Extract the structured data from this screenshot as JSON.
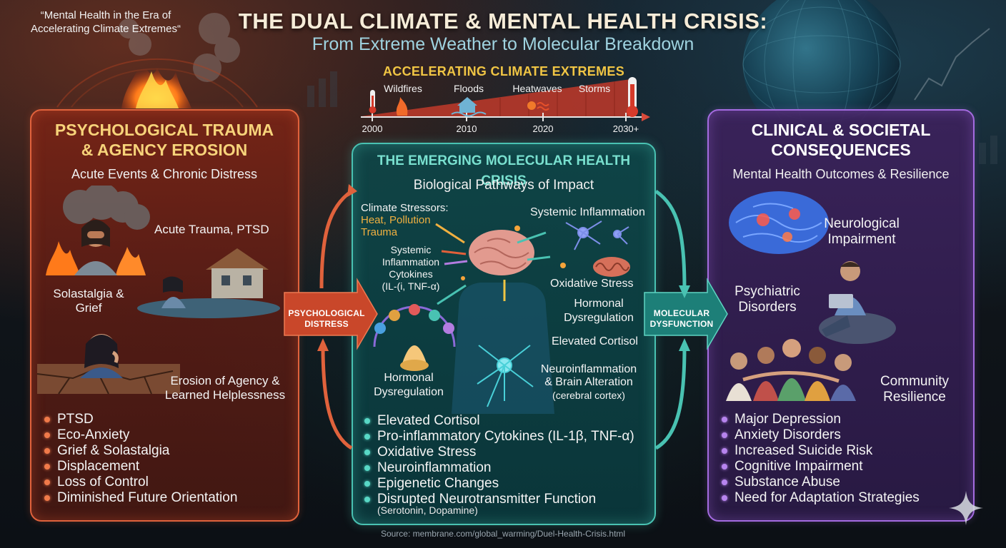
{
  "header": {
    "quote": "“Mental Health in the Era of Accelerating Climate Extremes“",
    "title": "THE DUAL CLIMATE & MENTAL HEALTH CRISIS:",
    "subtitle": "From Extreme Weather to Molecular Breakdown"
  },
  "timeline": {
    "title": "ACCELERATING CLIMATE EXTREMES",
    "events": [
      "Wildfires",
      "Floods",
      "Heatwaves",
      "Storms"
    ],
    "years": [
      "2000",
      "2010",
      "2020",
      "2030+"
    ]
  },
  "left_panel": {
    "title_line1": "PSYCHOLOGICAL TRAUMA",
    "title_line2": "& AGENCY EROSION",
    "subtitle": "Acute Events & Chronic Distress",
    "labels": {
      "acute": "Acute Trauma, PTSD",
      "solastalgia_1": "Solastalgia &",
      "solastalgia_2": "Grief",
      "erosion_1": "Erosion of Agency &",
      "erosion_2": "Learned Helplessness"
    },
    "items": [
      "PTSD",
      "Eco-Anxiety",
      "Grief & Solastalgia",
      "Displacement",
      "Loss of Control",
      "Diminished Future Orientation"
    ]
  },
  "connectors": {
    "psych_1": "PSYCHOLOGICAL",
    "psych_2": "DISTRESS",
    "mol_1": "MOLECULAR",
    "mol_2": "DYSFUNCTION"
  },
  "middle_panel": {
    "title": "THE EMERGING MOLECULAR HEALTH CRISIS",
    "subtitle": "Biological Pathways of Impact",
    "stressors_label": "Climate Stressors:",
    "stressors_1": "Heat, Pollution",
    "stressors_2": "Trauma",
    "inflam_1": "Systemic",
    "inflam_2": "Inflammation",
    "inflam_3": "Cytokines",
    "inflam_4": "(IL-(i, TNF-α)",
    "systemic_inflammation": "Systemic Inflammation",
    "oxidative": "Oxidative Stress",
    "hormonal_r1": "Hormonal",
    "hormonal_r2": "Dysregulation",
    "cortisol": "Elevated Cortisol",
    "neuro_1": "Neuroinflammation",
    "neuro_2": "& Brain Alteration",
    "neuro_3": "(cerebral cortex)",
    "hormonal_l1": "Hormonal",
    "hormonal_l2": "Dysregulation",
    "items": [
      "Elevated Cortisol",
      "Pro-inflammatory Cytokines (IL-1β, TNF-α)",
      "Oxidative Stress",
      "Neuroinflammation",
      "Epigenetic Changes",
      "Disrupted Neurotransmitter Function"
    ],
    "items_note": "(Serotonin, Dopamine)"
  },
  "right_panel": {
    "title_line1": "CLINICAL & SOCIETAL",
    "title_line2": "CONSEQUENCES",
    "subtitle": "Mental Health Outcomes & Resilience",
    "labels": {
      "neuro_1": "Neurological",
      "neuro_2": "Impairment",
      "psych_1": "Psychiatric",
      "psych_2": "Disorders",
      "comm_1": "Community",
      "comm_2": "Resilience"
    },
    "items": [
      "Major Depression",
      "Anxiety Disorders",
      "Increased Suicide Risk",
      "Cognitive Impairment",
      "Substance Abuse",
      "Need for Adaptation Strategies"
    ]
  },
  "source": "Source: membrane.com/global_warming/Duel-Health-Crisis.html",
  "colors": {
    "trauma_accent": "#e0623c",
    "molecular_accent": "#49c2b2",
    "consequence_accent": "#a46be0",
    "title_gold": "#f0c544"
  }
}
